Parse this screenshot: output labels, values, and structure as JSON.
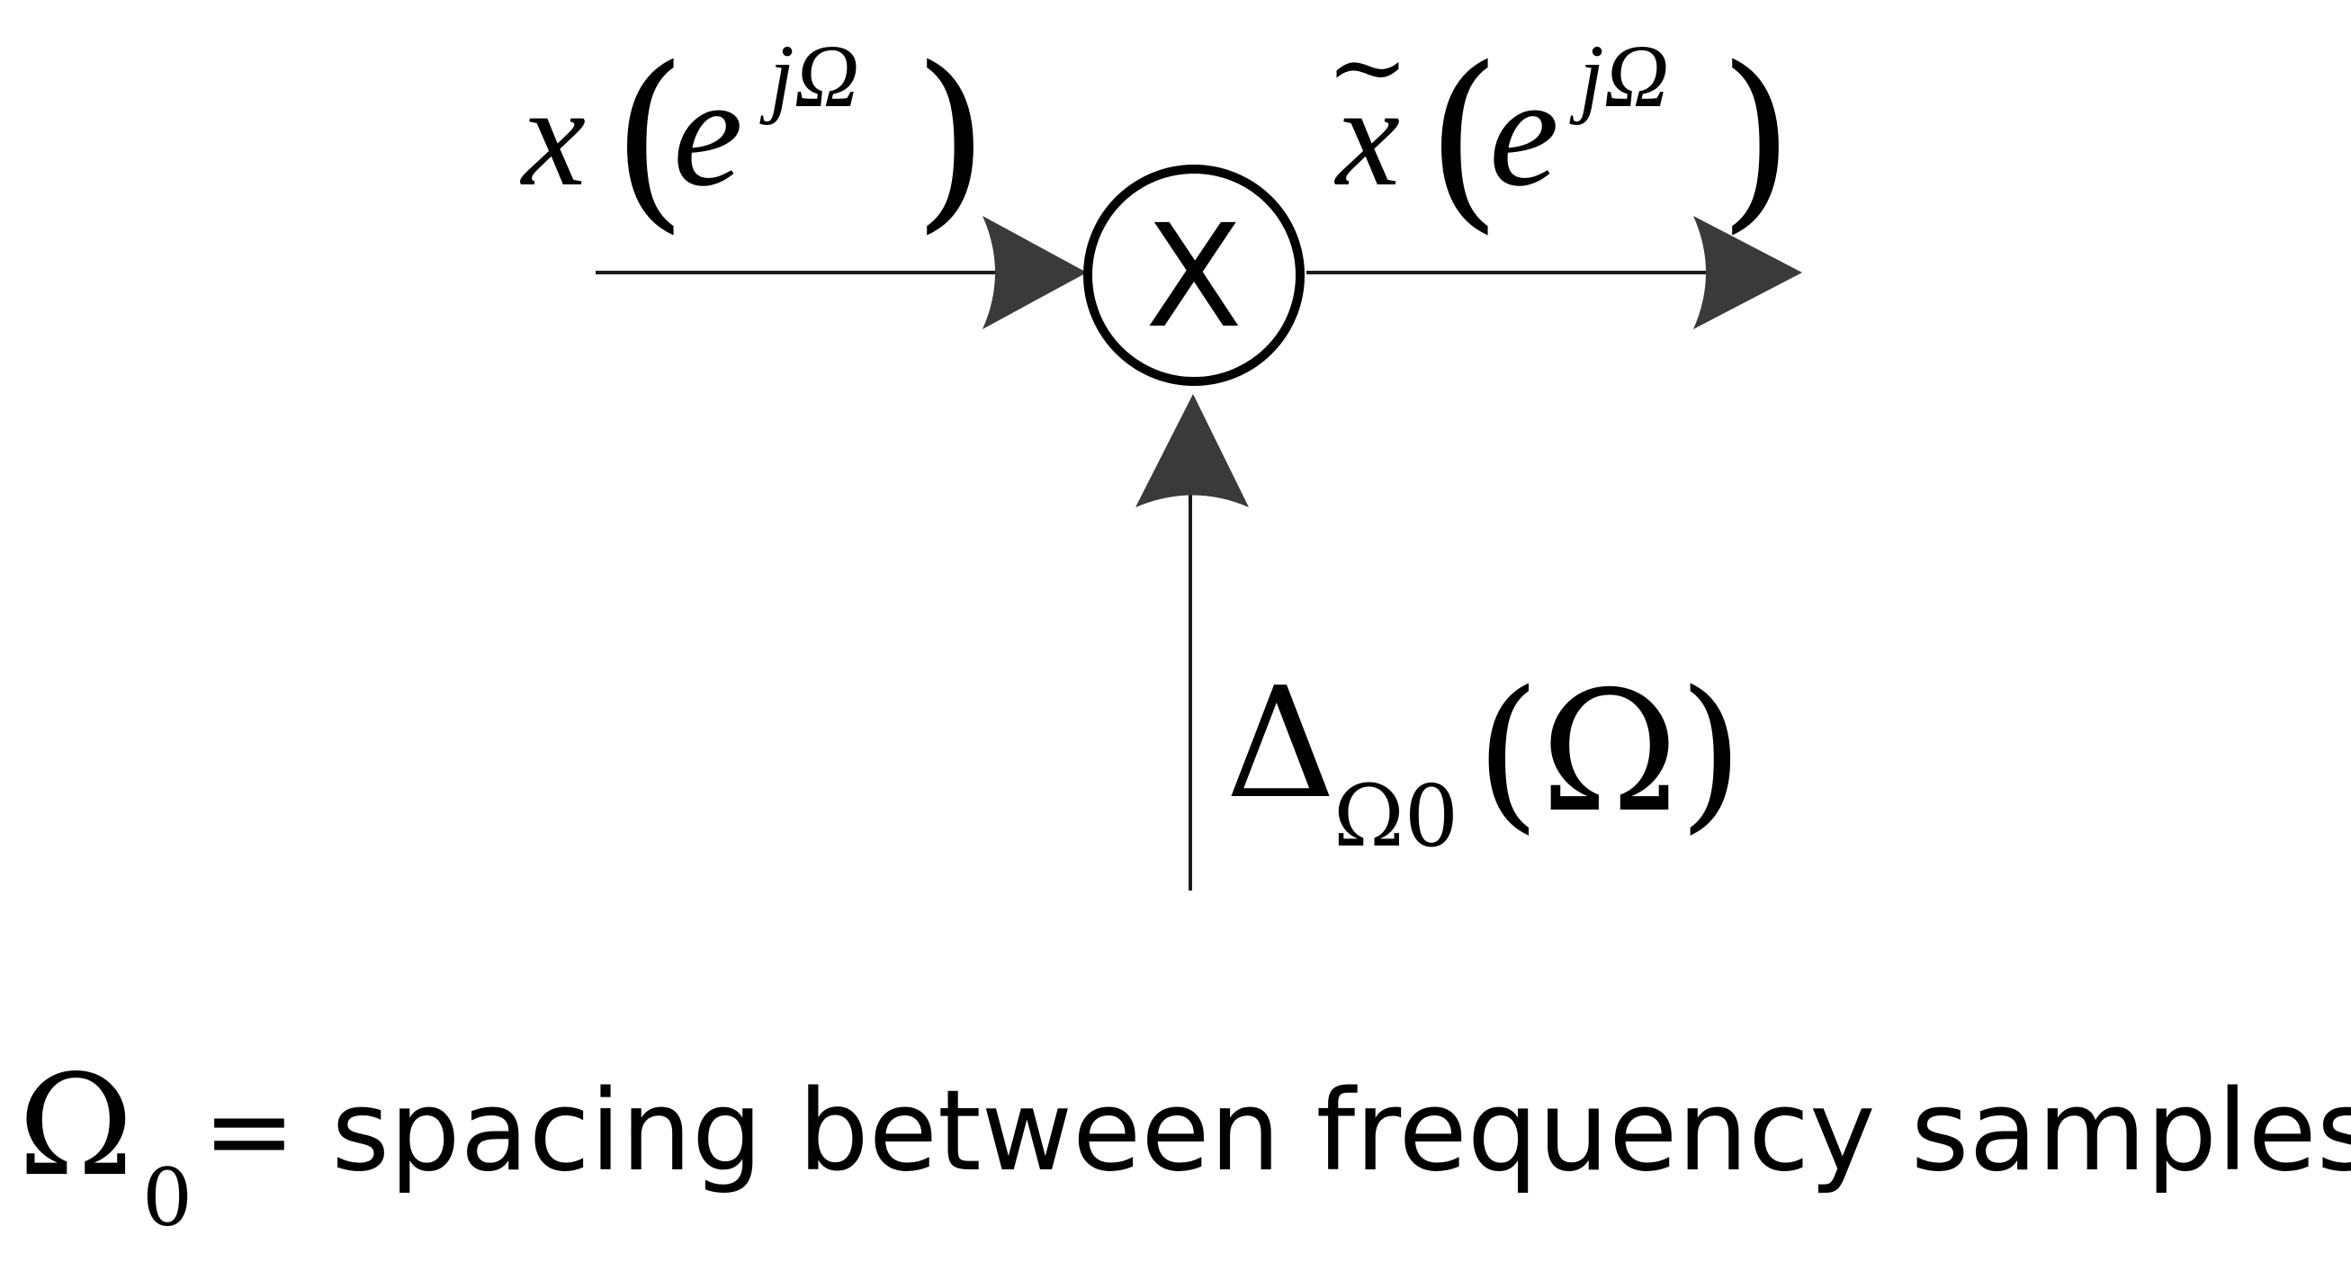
{
  "input_signal": {
    "var": "x",
    "base": "e",
    "exponent": "jΩ",
    "open_paren": "(",
    "close_paren": ")"
  },
  "output_signal": {
    "var": "x",
    "tilde": "~",
    "base": "e",
    "exponent": "jΩ",
    "open_paren": "(",
    "close_paren": ")"
  },
  "multiplier": {
    "symbol": "X"
  },
  "sampling_function": {
    "symbol": "Δ",
    "subscript": "Ω0",
    "argument": "(Ω)"
  },
  "caption": {
    "symbol": "Ω",
    "subscript": "0",
    "text": "= spacing between frequency samples"
  },
  "colors": {
    "line": "#1a1a1a",
    "arrowhead": "#3a3a3a",
    "text": "#000000"
  }
}
